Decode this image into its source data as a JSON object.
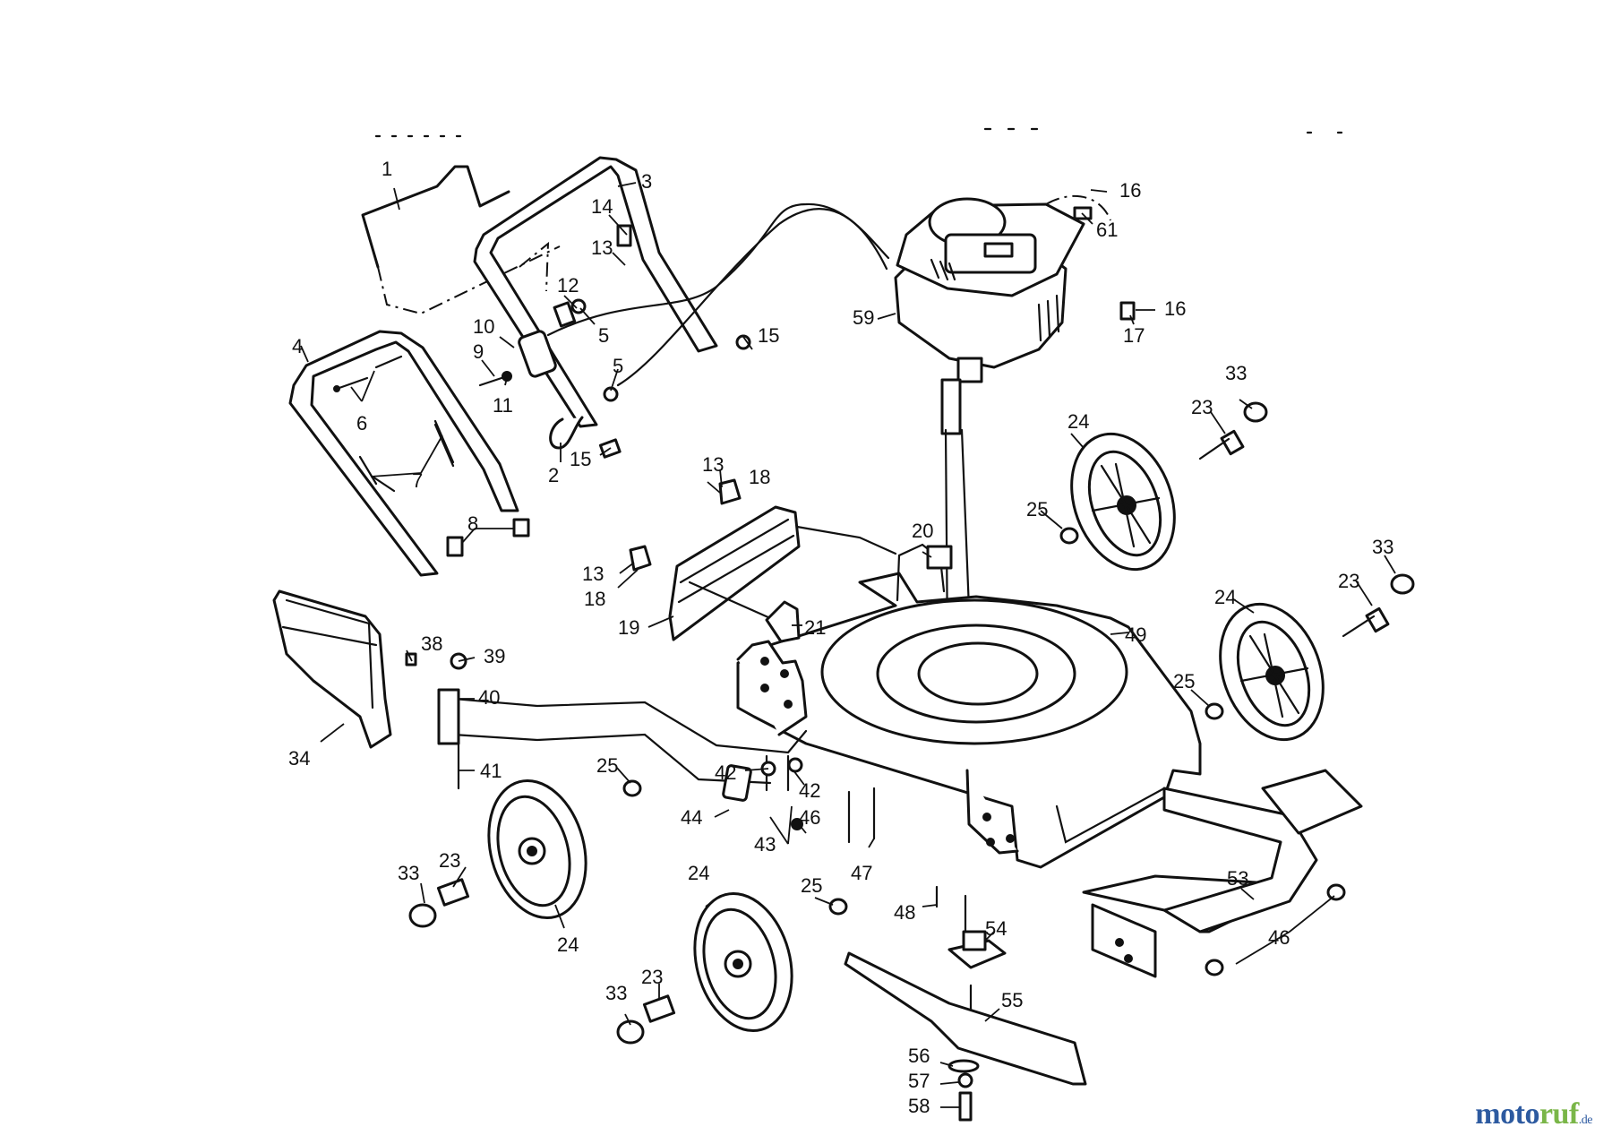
{
  "diagram": {
    "callouts": [
      {
        "id": "c1",
        "label": "1"
      },
      {
        "id": "c3",
        "label": "3"
      },
      {
        "id": "c14",
        "label": "14"
      },
      {
        "id": "c13a",
        "label": "13"
      },
      {
        "id": "c12",
        "label": "12"
      },
      {
        "id": "c5a",
        "label": "5"
      },
      {
        "id": "c15a",
        "label": "15"
      },
      {
        "id": "c10",
        "label": "10"
      },
      {
        "id": "c9",
        "label": "9"
      },
      {
        "id": "c11",
        "label": "11"
      },
      {
        "id": "c5b",
        "label": "5"
      },
      {
        "id": "c4",
        "label": "4"
      },
      {
        "id": "c6",
        "label": "6"
      },
      {
        "id": "c7",
        "label": "7"
      },
      {
        "id": "c2",
        "label": "2"
      },
      {
        "id": "c15b",
        "label": "15"
      },
      {
        "id": "c8",
        "label": "8"
      },
      {
        "id": "c16a",
        "label": "16"
      },
      {
        "id": "c61",
        "label": "61"
      },
      {
        "id": "c59",
        "label": "59"
      },
      {
        "id": "c16b",
        "label": "16"
      },
      {
        "id": "c17",
        "label": "17"
      },
      {
        "id": "c33a",
        "label": "33"
      },
      {
        "id": "c23a",
        "label": "23"
      },
      {
        "id": "c24a",
        "label": "24"
      },
      {
        "id": "c13b",
        "label": "13"
      },
      {
        "id": "c18a",
        "label": "18"
      },
      {
        "id": "c25a",
        "label": "25"
      },
      {
        "id": "c20",
        "label": "20"
      },
      {
        "id": "c13c",
        "label": "13"
      },
      {
        "id": "c18b",
        "label": "18"
      },
      {
        "id": "c33b",
        "label": "33"
      },
      {
        "id": "c23b",
        "label": "23"
      },
      {
        "id": "c24b",
        "label": "24"
      },
      {
        "id": "c19",
        "label": "19"
      },
      {
        "id": "c21",
        "label": "21"
      },
      {
        "id": "c49",
        "label": "49"
      },
      {
        "id": "c38",
        "label": "38"
      },
      {
        "id": "c39",
        "label": "39"
      },
      {
        "id": "c25b",
        "label": "25"
      },
      {
        "id": "c40",
        "label": "40"
      },
      {
        "id": "c34",
        "label": "34"
      },
      {
        "id": "c41",
        "label": "41"
      },
      {
        "id": "c25c",
        "label": "25"
      },
      {
        "id": "c42a",
        "label": "42"
      },
      {
        "id": "c42b",
        "label": "42"
      },
      {
        "id": "c44",
        "label": "44"
      },
      {
        "id": "c46a",
        "label": "46"
      },
      {
        "id": "c43",
        "label": "43"
      },
      {
        "id": "c47",
        "label": "47"
      },
      {
        "id": "c33c",
        "label": "33"
      },
      {
        "id": "c23c",
        "label": "23"
      },
      {
        "id": "c24c",
        "label": "24"
      },
      {
        "id": "c24d",
        "label": "24"
      },
      {
        "id": "c25d",
        "label": "25"
      },
      {
        "id": "c48",
        "label": "48"
      },
      {
        "id": "c53",
        "label": "53"
      },
      {
        "id": "c54",
        "label": "54"
      },
      {
        "id": "c46b",
        "label": "46"
      },
      {
        "id": "c33d",
        "label": "33"
      },
      {
        "id": "c23d",
        "label": "23"
      },
      {
        "id": "c55",
        "label": "55"
      },
      {
        "id": "c56",
        "label": "56"
      },
      {
        "id": "c57",
        "label": "57"
      },
      {
        "id": "c58",
        "label": "58"
      }
    ]
  },
  "watermark": {
    "part1": "moto",
    "part2": "ruf",
    "part3": ".de"
  }
}
